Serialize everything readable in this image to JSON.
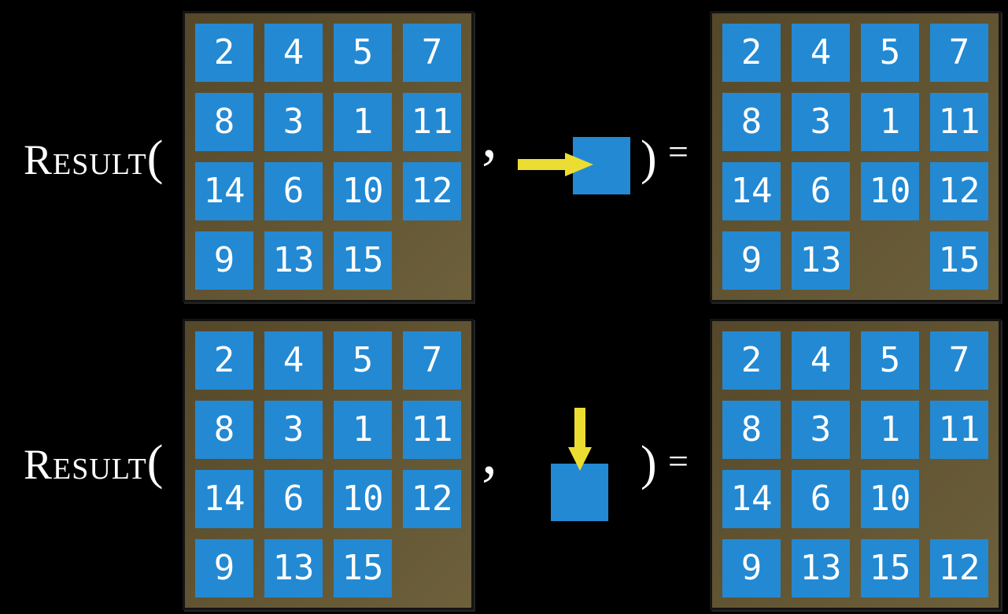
{
  "expression": {
    "function_label": "Result",
    "open_paren": "(",
    "comma": ",",
    "close_paren": ")",
    "equals": "="
  },
  "colors": {
    "tile_blue": "#2389d3",
    "board_frame_dark": "#55482a",
    "board_frame_light": "#6d603b",
    "arrow_yellow": "#ecdd33",
    "number_text": "#ffffff",
    "background": "#000000"
  },
  "rows": [
    {
      "move_direction": "right",
      "input_grid": [
        [
          "2",
          "4",
          "5",
          "7"
        ],
        [
          "8",
          "3",
          "1",
          "11"
        ],
        [
          "14",
          "6",
          "10",
          "12"
        ],
        [
          "9",
          "13",
          "15",
          ""
        ]
      ],
      "output_grid": [
        [
          "2",
          "4",
          "5",
          "7"
        ],
        [
          "8",
          "3",
          "1",
          "11"
        ],
        [
          "14",
          "6",
          "10",
          "12"
        ],
        [
          "9",
          "13",
          "",
          "15"
        ]
      ]
    },
    {
      "move_direction": "down",
      "input_grid": [
        [
          "2",
          "4",
          "5",
          "7"
        ],
        [
          "8",
          "3",
          "1",
          "11"
        ],
        [
          "14",
          "6",
          "10",
          "12"
        ],
        [
          "9",
          "13",
          "15",
          ""
        ]
      ],
      "output_grid": [
        [
          "2",
          "4",
          "5",
          "7"
        ],
        [
          "8",
          "3",
          "1",
          "11"
        ],
        [
          "14",
          "6",
          "10",
          ""
        ],
        [
          "9",
          "13",
          "15",
          "12"
        ]
      ]
    }
  ]
}
